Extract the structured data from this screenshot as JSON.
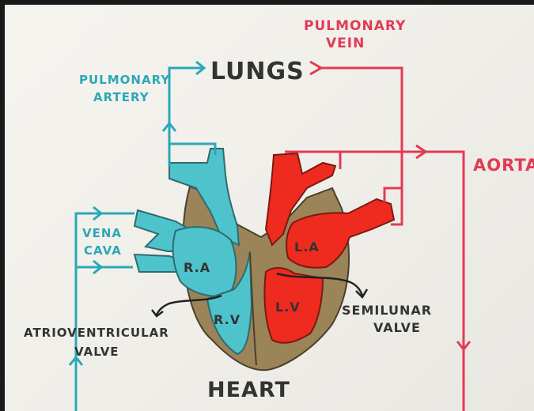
{
  "labels": {
    "lungs": "LUNGS",
    "pulmonary_vein_line1": "PULMONARY",
    "pulmonary_vein_line2": "VEIN",
    "pulmonary_artery_line1": "PULMONARY",
    "pulmonary_artery_line2": "ARTERY",
    "aorta": "AORTA",
    "vena_cava_line1": "VENA",
    "vena_cava_line2": "CAVA",
    "right_atrium": "R.A",
    "left_atrium": "L.A",
    "right_ventricle": "R.V",
    "left_ventricle": "L.V",
    "semilunar_line1": "SEMILUNAR",
    "semilunar_line2": "VALVE",
    "av_line1": "ATRIOVENTRICULAR",
    "av_line2": "VALVE",
    "heart": "HEART"
  },
  "colors": {
    "deoxygenated": "#2aa8b8",
    "oxygenated": "#e23a55",
    "heart_wall": "#9a8458",
    "blue_fill": "#4ec3cc",
    "red_fill": "#ee2b1e",
    "ink": "#333333"
  }
}
